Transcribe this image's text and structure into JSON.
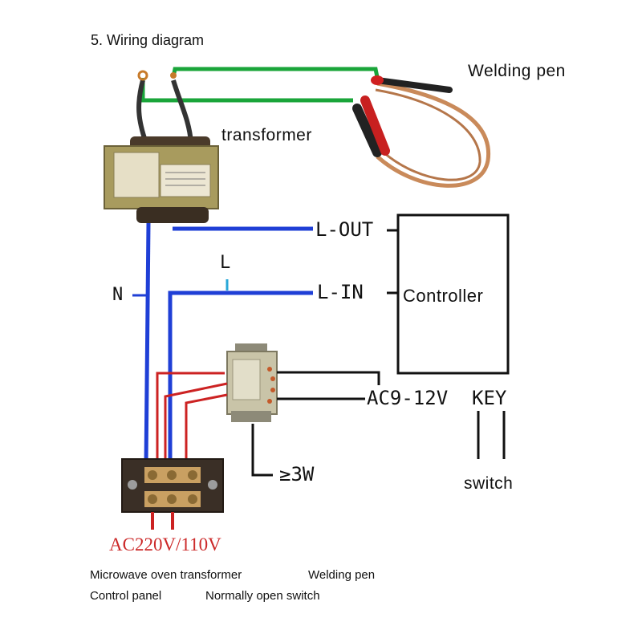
{
  "heading": "5.  Wiring diagram",
  "labels": {
    "welding_pen": "Welding pen",
    "transformer": "transformer",
    "l_out": "L-OUT",
    "l_in": "L-IN",
    "l": "L",
    "n": "N",
    "controller": "Controller",
    "ac_9_12v": "AC9-12V",
    "key": "KEY",
    "power_rating": "≥3W",
    "switch": "switch",
    "mains_voltage": "AC220V/110V"
  },
  "legend": {
    "row1": [
      "Microwave oven transformer",
      "Welding pen"
    ],
    "row2": [
      "Control panel",
      "Normally open switch"
    ]
  },
  "colors": {
    "wire_neutral_live": "#1f3fd6",
    "wire_secondary": "#1aa53a",
    "wire_low_voltage": "#cc2222",
    "wire_control": "#111111",
    "mains_voltage_text": "#cc2a2a",
    "pen_cable": "#c98a5a"
  }
}
